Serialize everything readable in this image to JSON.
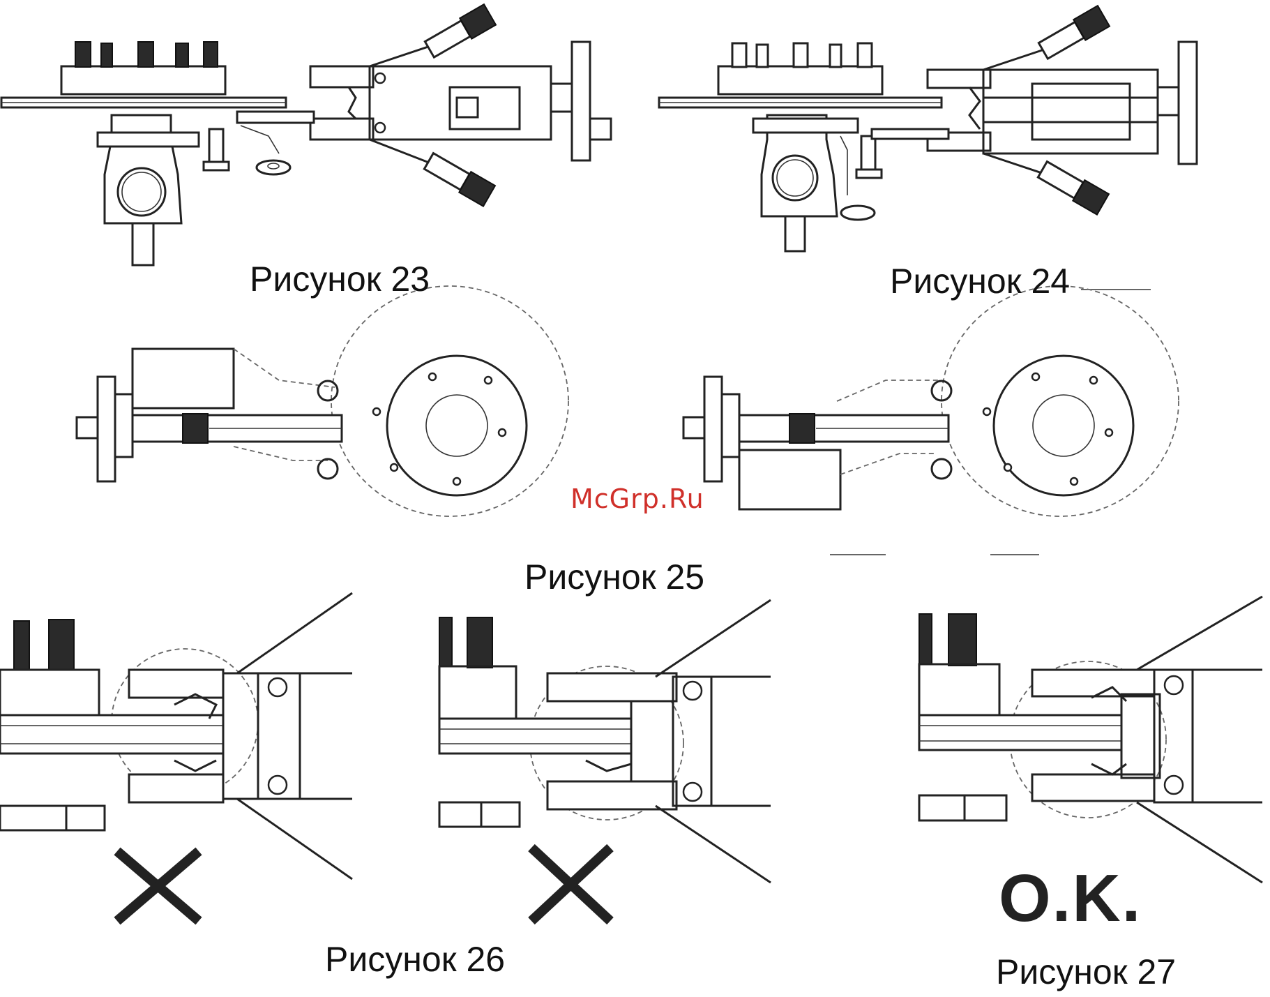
{
  "figures": [
    {
      "id": "fig23",
      "caption": "Рисунок 23"
    },
    {
      "id": "fig24",
      "caption": "Рисунок 24"
    },
    {
      "id": "fig25",
      "caption": "Рисунок 25"
    },
    {
      "id": "fig26",
      "caption": "Рисунок 26",
      "verdict": "incorrect"
    },
    {
      "id": "fig27",
      "caption": "Рисунок 27",
      "verdict_label": "O.K."
    }
  ],
  "watermark": "McGrp.Ru",
  "colors": {
    "ink": "#222222",
    "watermark": "#d0302a"
  },
  "marks": {
    "incorrect": "cross-icon"
  }
}
